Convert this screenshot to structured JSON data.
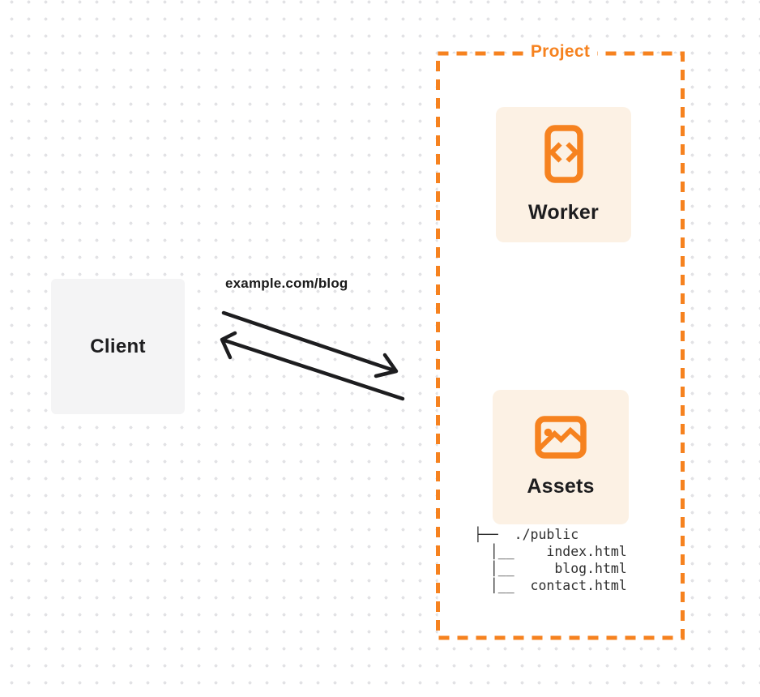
{
  "palette": {
    "accent_orange": "#f6821f",
    "card_background": "#fcf1e4",
    "client_background": "#f4f4f5",
    "ink": "#1d1d1f",
    "dot_grid": "#e2e2e5"
  },
  "client": {
    "label": "Client"
  },
  "request": {
    "label": "example.com/blog"
  },
  "project": {
    "label": "Project",
    "worker": {
      "label": "Worker",
      "icon": "code-file-icon"
    },
    "assets": {
      "label": "Assets",
      "icon": "image-icon",
      "tree": [
        "├──  ./public",
        "  │__    index.html",
        "  │__     blog.html",
        "  │__  contact.html"
      ]
    }
  }
}
